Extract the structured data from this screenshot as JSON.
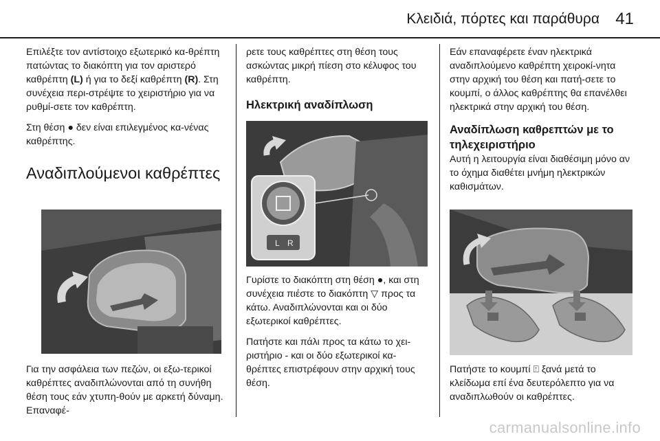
{
  "header": {
    "title": "Κλειδιά, πόρτες και παράθυρα",
    "page_number": "41"
  },
  "col1": {
    "p1_a": "Επιλέξτε τον αντίστοιχο εξωτερικό κα-θρέπτη πατώντας το διακόπτη για τον αριστερό καθρέπτη ",
    "p1_b": "(L)",
    "p1_c": " ή για το δεξί καθρέπτη ",
    "p1_d": "(R)",
    "p1_e": ". Στη συνέχεια περι-στρέψτε το χειριστήριο για να ρυθμί-σετε τον καθρέπτη.",
    "p2_a": "Στη θέση ",
    "p2_symbol": "●",
    "p2_b": " δεν είναι επιλεγμένος κα-νένας καθρέπτης.",
    "heading": "Αναδιπλούμενοι καθρέπτες",
    "p3": "Για την ασφάλεια των πεζών, οι εξω-τερικοί καθρέπτες αναδιπλώνονται από τη συνήθη θέση τους εάν χτυπη-θούν με αρκετή δύναμη. Επαναφέ-"
  },
  "col2": {
    "p1": "ρετε τους καθρέπτες στη θέση τους ασκώντας μικρή πίεση στο κέλυφος του καθρέπτη.",
    "heading": "Ηλεκτρική αναδίπλωση",
    "fig_labels": {
      "left": "L",
      "right": "R"
    },
    "p2_a": "Γυρίστε το διακόπτη στη θέση ",
    "p2_symbol": "●",
    "p2_b": ", και στη συνέχεια πιέστε το διακόπτη ",
    "p2_symbol2": "▽",
    "p2_c": " προς τα κάτω. Αναδιπλώνονται και οι δύο εξωτερικοί καθρέπτες.",
    "p3": "Πατήστε και πάλι προς τα κάτω το χει-ριστήριο - και οι δύο εξωτερικοί κα-θρέπτες επιστρέφουν στην αρχική τους θέση."
  },
  "col3": {
    "p1": "Εάν επαναφέρετε έναν ηλεκτρικά αναδιπλούμενο καθρέπτη χειροκί-νητα στην αρχική του θέση και πατή-σετε το κουμπί, ο άλλος καθρέπτης θα επανέλθει ηλεκτρικά στην αρχική του θέση.",
    "heading": "Αναδίπλωση καθρεπτών με το τηλεχειριστήριο",
    "p2": "Αυτή η λειτουργία είναι διαθέσιμη μόνο αν το όχημα διαθέτει μνήμη ηλεκτρικών καθισμάτων.",
    "p3_a": "Πατήστε το κουμπί ",
    "p3_symbol": "⍐",
    "p3_b": " ξανά μετά το κλείδωμα επί ένα δευτερόλεπτο για να αναδιπλωθούν οι καθρέπτες."
  },
  "watermark": "carmanualsonline.info"
}
